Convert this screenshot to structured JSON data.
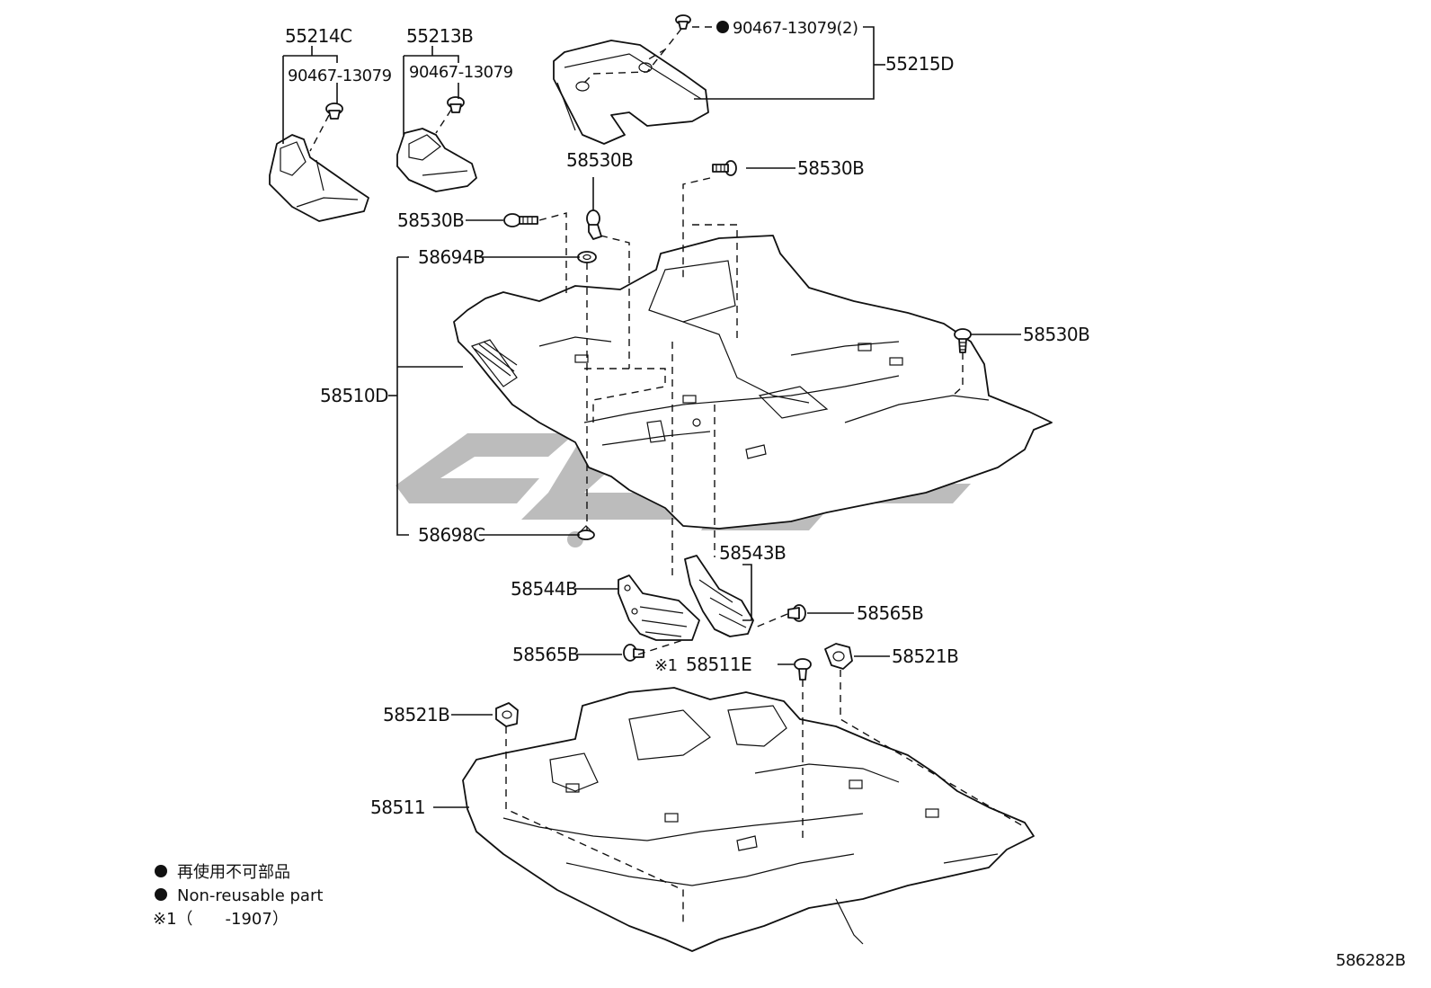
{
  "parts": {
    "p55214C": "55214C",
    "p55213B": "55213B",
    "p90467_a": "90467-13079",
    "p90467_b": "90467-13079",
    "p90467_c": "90467-13079(2)",
    "p55215D": "55215D",
    "p58530B_1": "58530B",
    "p58530B_2": "58530B",
    "p58530B_3": "58530B",
    "p58530B_4": "58530B",
    "p58694B": "58694B",
    "p58510D": "58510D",
    "p58698C": "58698C",
    "p58543B": "58543B",
    "p58544B": "58544B",
    "p58565B_1": "58565B",
    "p58565B_2": "58565B",
    "p58511E": "58511E",
    "p58511E_mark": "※1",
    "p58521B_1": "58521B",
    "p58521B_2": "58521B",
    "p58511": "58511"
  },
  "legend": {
    "jp": "再使用不可部品",
    "en": "Non-reusable part",
    "note": "※1（　　-1907）"
  },
  "diagram_id": "586282B",
  "colors": {
    "line": "#111111",
    "watermark": "#a6a6a6",
    "background": "#ffffff"
  }
}
